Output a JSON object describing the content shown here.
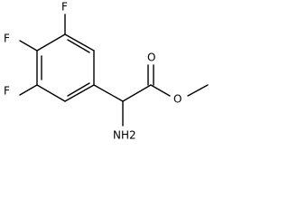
{
  "molecule": {
    "atom_labels": {
      "fluorine_top": "F",
      "fluorine_mid": "F",
      "fluorine_bottom": "F",
      "carbonyl_oxygen": "O",
      "ester_oxygen": "O",
      "amine": "NH2"
    }
  }
}
